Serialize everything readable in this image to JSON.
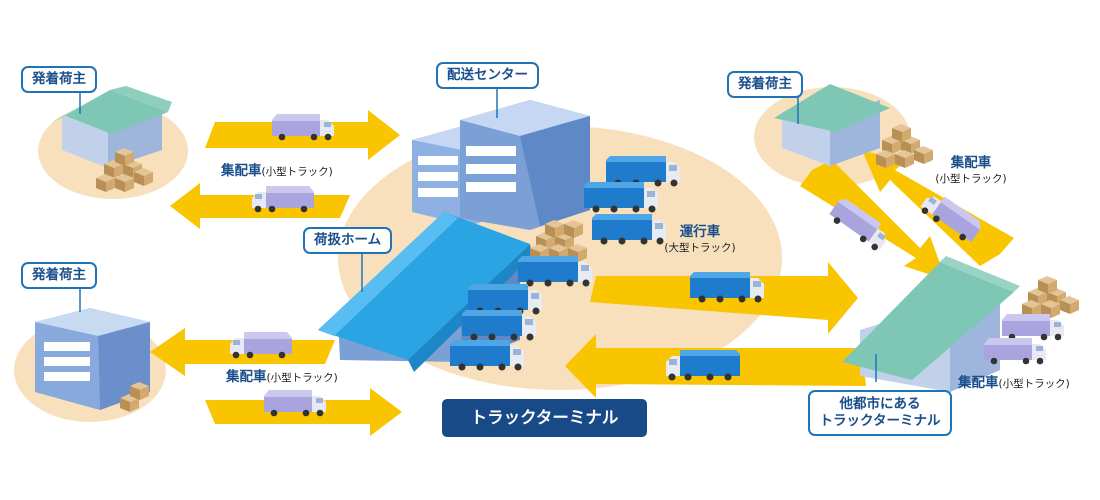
{
  "labels": {
    "shipper_top_left": "発着荷主",
    "shipper_bottom_left": "発着荷主",
    "shipper_top_right": "発着荷主",
    "delivery_center": "配送センター",
    "handling_home": "荷扱ホーム",
    "truck_terminal": "トラックターミナル",
    "other_city_terminal": "他都市にある\nトラックターミナル",
    "collection_vehicle_top": {
      "main": "集配車",
      "sub": "(小型トラック)"
    },
    "collection_vehicle_bottom": {
      "main": "集配車",
      "sub": "(小型トラック)"
    },
    "collection_vehicle_right_top": {
      "main": "集配車",
      "sub": "(小型トラック)"
    },
    "collection_vehicle_right_bottom": {
      "main": "集配車",
      "sub": "(小型トラック)"
    },
    "line_haul_vehicle": {
      "main": "運行車",
      "sub": "(大型トラック)"
    }
  },
  "colors": {
    "arrow": "#f8c500",
    "ground": "#f8e0bd",
    "callout_border": "#1f74b8",
    "text_blue": "#1a4f8c",
    "terminal_bg": "#174a86",
    "roof_blue": "#2aa4e3",
    "roof_teal": "#7fc7b5",
    "building_blue": "#7aa0d6",
    "small_truck": "#b7b2e2",
    "large_truck": "#2a87d2",
    "box": "#c9a26a"
  }
}
